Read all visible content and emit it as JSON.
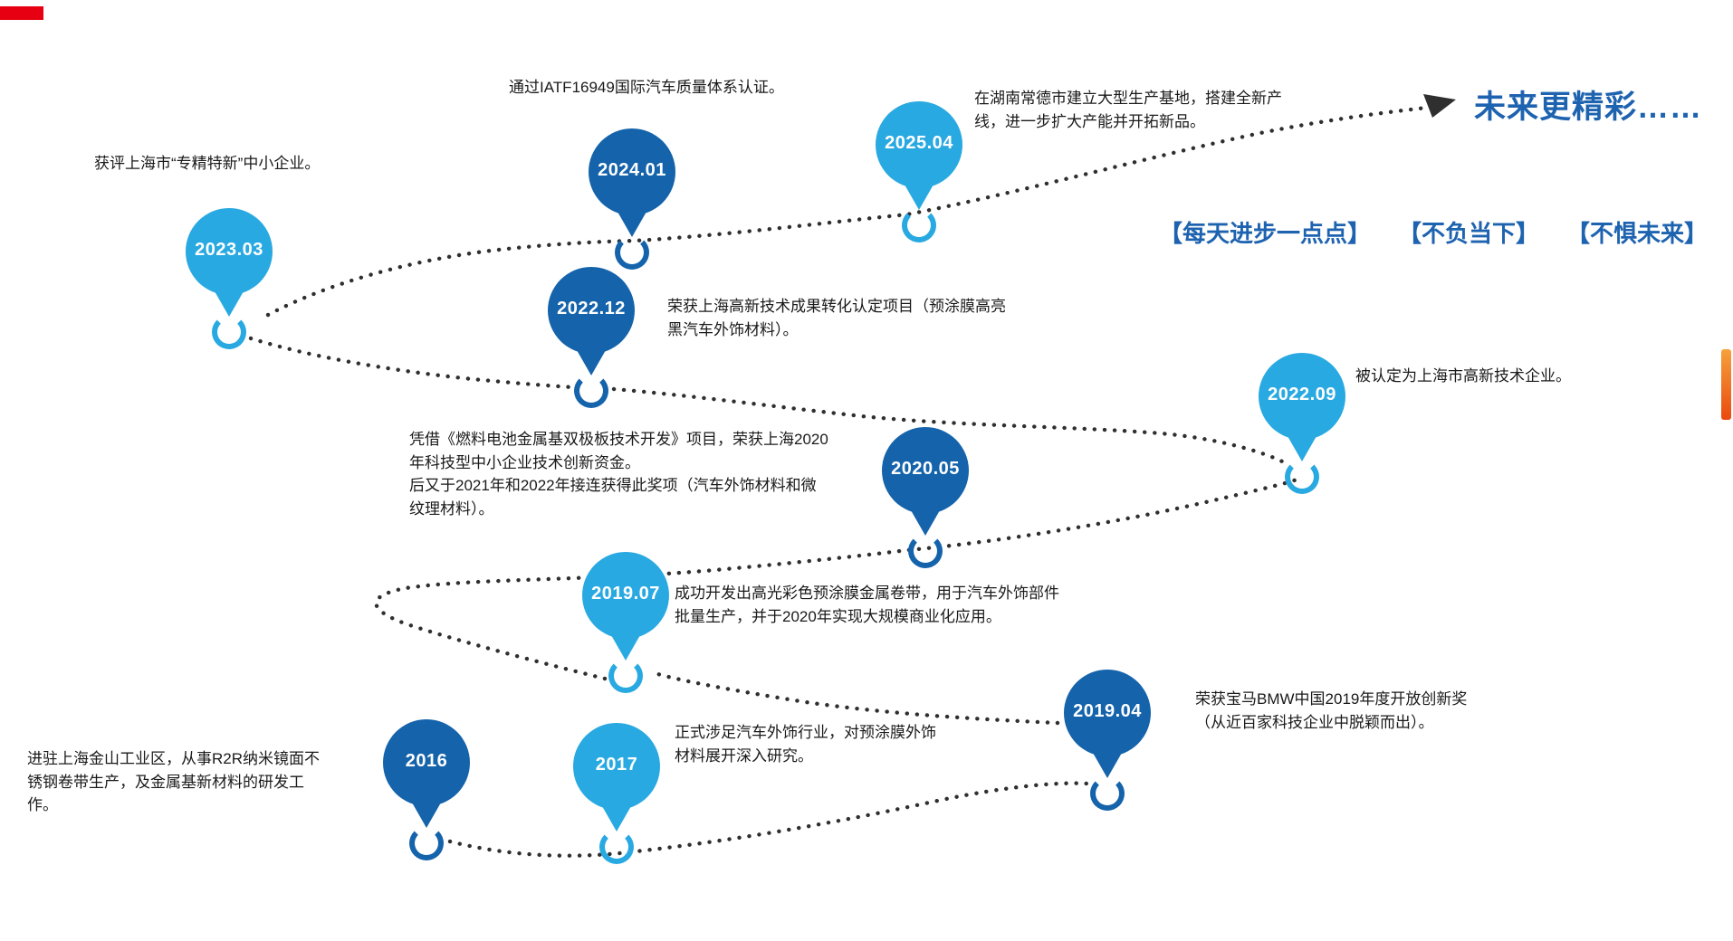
{
  "future_label": "未来更精彩……",
  "slogans": [
    {
      "label": "【每天进步一点点】"
    },
    {
      "label": "【不负当下】"
    },
    {
      "label": "【不惧未来】"
    }
  ],
  "colors": {
    "light_blue": "#29a9e1",
    "dark_blue": "#1463ab",
    "headline_blue": "#1e63b0",
    "dotted_line": "#2f2f2f",
    "top_left_bar_red": "#e60012",
    "right_bar_orange_top": "#f6a13c",
    "right_bar_orange_bottom": "#e94a0f"
  },
  "milestones": [
    {
      "year": "2016",
      "tone": "dark",
      "desc": "进驻上海金山工业区，从事R2R纳米镜面不锈钢卷带生产，及金属基新材料的研发工作。"
    },
    {
      "year": "2017",
      "tone": "light",
      "desc": "正式涉足汽车外饰行业，对预涂膜外饰材料展开深入研究。"
    },
    {
      "year": "2019.04",
      "tone": "dark",
      "desc": "荣获宝马BMW中国2019年度开放创新奖\n（从近百家科技企业中脱颖而出）。"
    },
    {
      "year": "2019.07",
      "tone": "light",
      "desc": "成功开发出高光彩色预涂膜金属卷带，用于汽车外饰部件批量生产，并于2020年实现大规模商业化应用。"
    },
    {
      "year": "2020.05",
      "tone": "dark",
      "desc": "凭借《燃料电池金属基双极板技术开发》项目，荣获上海2020年科技型中小企业技术创新资金。\n后又于2021年和2022年接连获得此奖项（汽车外饰材料和微纹理材料）。"
    },
    {
      "year": "2022.09",
      "tone": "light",
      "desc": "被认定为上海市高新技术企业。"
    },
    {
      "year": "2022.12",
      "tone": "dark",
      "desc": "荣获上海高新技术成果转化认定项目（预涂膜高亮黑汽车外饰材料）。"
    },
    {
      "year": "2023.03",
      "tone": "light",
      "desc": "获评上海市“专精特新”中小企业。"
    },
    {
      "year": "2024.01",
      "tone": "dark",
      "desc": "通过IATF16949国际汽车质量体系认证。"
    },
    {
      "year": "2025.04",
      "tone": "light",
      "desc": "在湖南常德市建立大型生产基地，搭建全新产线，进一步扩大产能并开拓新品。"
    }
  ]
}
